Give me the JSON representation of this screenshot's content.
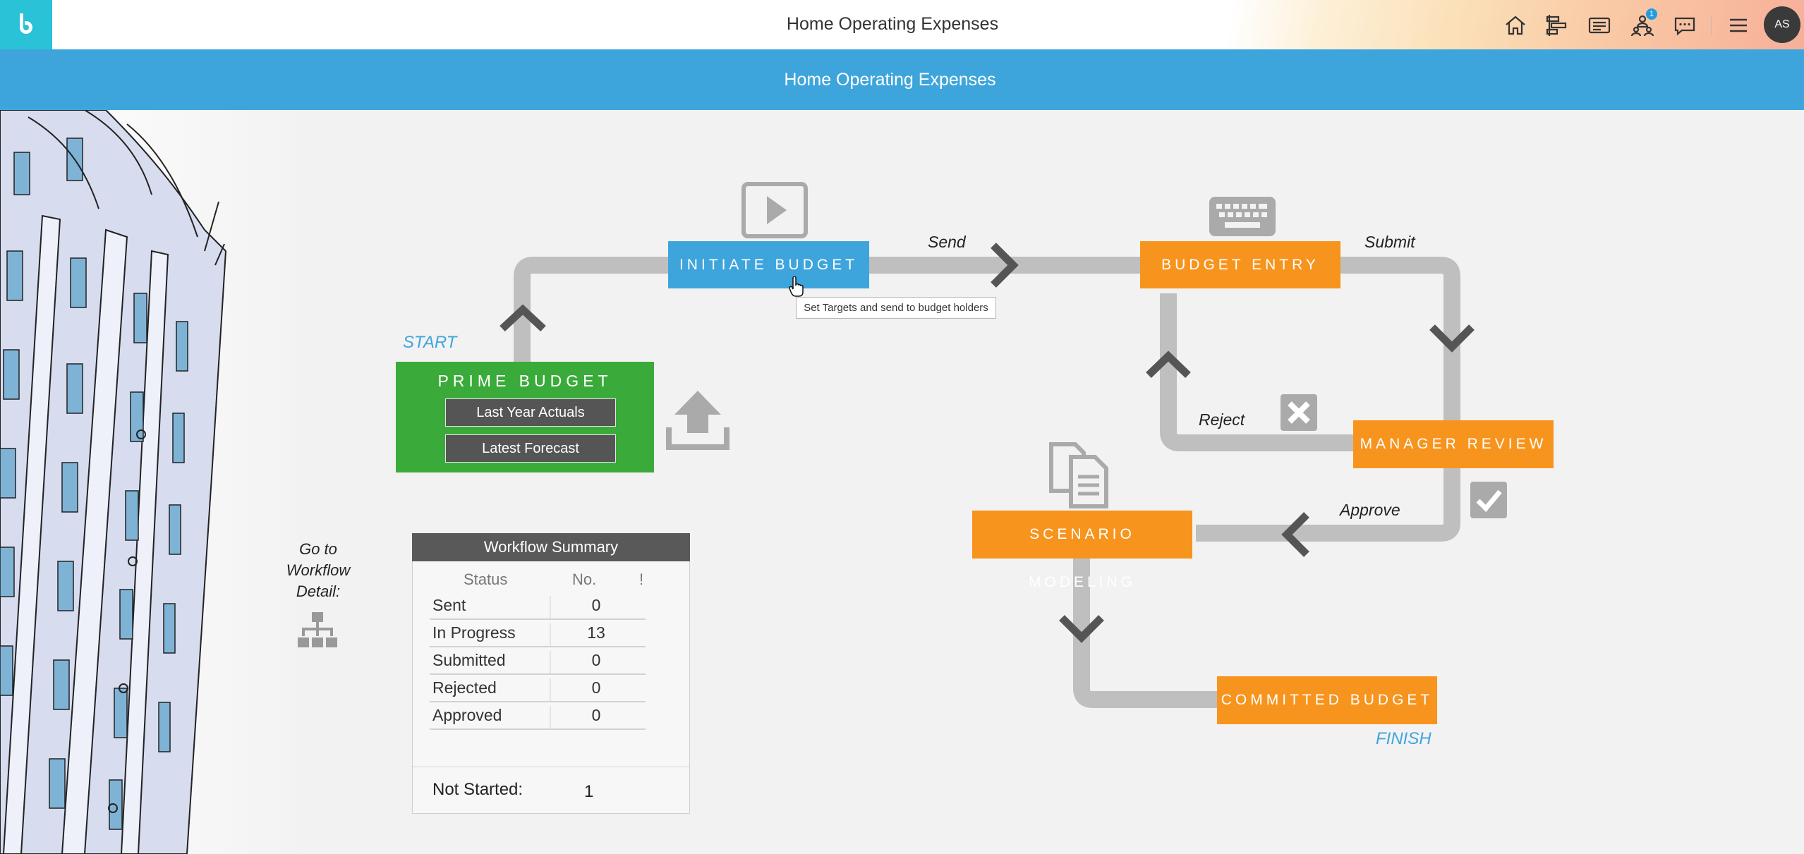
{
  "app": {
    "title": "Home Operating Expenses",
    "user_initials": "AS",
    "notification_count": "1",
    "icons": [
      "home-icon",
      "gantt-icon",
      "card-icon",
      "workflow-people-icon",
      "chat-icon",
      "menu-icon"
    ]
  },
  "subheader": {
    "title": "Home Operating Expenses"
  },
  "workflow": {
    "start_label": "START",
    "finish_label": "FINISH",
    "prime_budget": {
      "title": "PRIME BUDGET",
      "buttons": [
        "Last Year Actuals",
        "Latest Forecast"
      ]
    },
    "steps": {
      "initiate": "INITIATE BUDGET",
      "entry": "BUDGET ENTRY",
      "review": "MANAGER REVIEW",
      "scenario": "SCENARIO MODELING",
      "committed": "COMMITTED BUDGET"
    },
    "flow_labels": {
      "send": "Send",
      "submit": "Submit",
      "reject": "Reject",
      "approve": "Approve"
    },
    "tooltip": "Set Targets and send to budget holders",
    "colors": {
      "green": "#3aab3a",
      "orange": "#f7941e",
      "blue": "#3ea5dc",
      "track": "#bfbfbf",
      "chevron": "#555555"
    }
  },
  "summary": {
    "title": "Workflow Summary",
    "columns": [
      "Status",
      "No.",
      "!"
    ],
    "rows": [
      {
        "status": "Sent",
        "count": "0"
      },
      {
        "status": "In Progress",
        "count": "13"
      },
      {
        "status": "Submitted",
        "count": "0"
      },
      {
        "status": "Rejected",
        "count": "0"
      },
      {
        "status": "Approved",
        "count": "0"
      }
    ],
    "not_started_label": "Not Started:",
    "not_started_value": "1"
  },
  "goto": {
    "label": "Go to Workflow Detail:"
  }
}
